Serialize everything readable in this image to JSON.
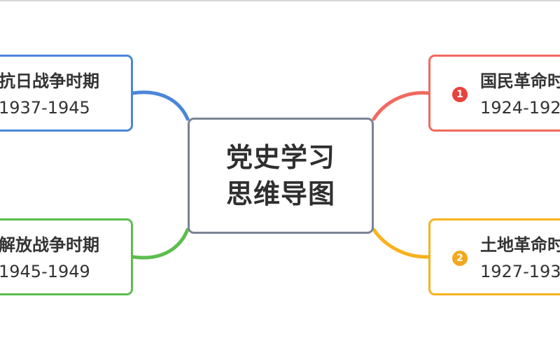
{
  "center": {
    "line1": "党史学习",
    "line2": "思维导图"
  },
  "branches": [
    {
      "title": "抗日战争时期",
      "period": "1937-1945",
      "color": "#4a86d8"
    },
    {
      "title": "解放战争时期",
      "period": "1945-1949",
      "color": "#5cbd4e"
    },
    {
      "title": "国民革命时",
      "period": "1924-192",
      "color": "#f06a5e",
      "marker": "1",
      "marker_icon": "number-one-icon"
    },
    {
      "title": "土地革命时",
      "period": "1927-193",
      "color": "#f7b21d",
      "marker": "2",
      "marker_icon": "number-two-icon"
    }
  ]
}
